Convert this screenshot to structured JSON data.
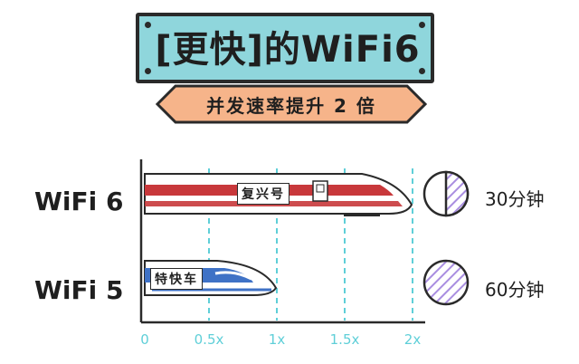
{
  "header": {
    "title": "[更快]的WiFi6",
    "subtitle": "并发速率提升 2 倍"
  },
  "rows": [
    {
      "label": "WiFi 6",
      "train_name": "复兴号",
      "time": "30分钟",
      "multiplier": 2,
      "pie_fraction": 0.5
    },
    {
      "label": "WiFi 5",
      "train_name": "特快车",
      "time": "60分钟",
      "multiplier": 1,
      "pie_fraction": 1.0
    }
  ],
  "axis": {
    "ticks": [
      "0",
      "0.5x",
      "1x",
      "1.5x",
      "2x"
    ],
    "tick_values": [
      0,
      0.5,
      1,
      1.5,
      2
    ]
  },
  "colors": {
    "banner": "#8fd6dc",
    "ribbon": "#f6b48a",
    "axis_dash": "#5fcfd8",
    "wifi6_stripe": "#c8383b",
    "wifi5_stripe": "#3f72c6",
    "pie_fill": "#a98ee0"
  }
}
